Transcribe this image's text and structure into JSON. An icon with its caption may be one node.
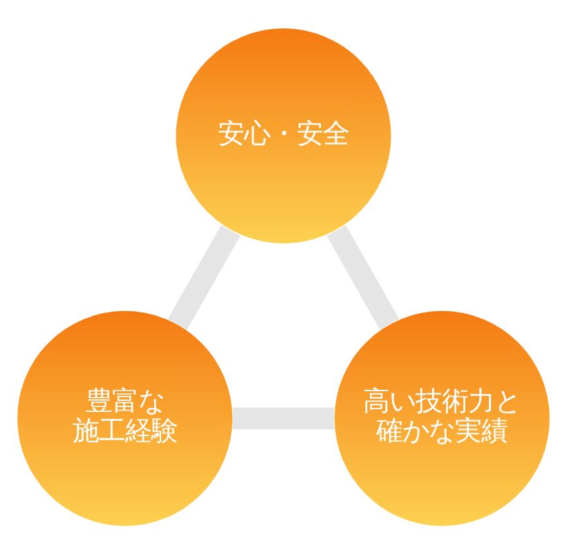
{
  "diagram": {
    "nodes": [
      {
        "text": [
          "安心・安全"
        ]
      },
      {
        "text": [
          "豊富な施工経験"
        ]
      },
      {
        "text": [
          "高い技術力と確かな実績"
        ]
      }
    ],
    "edges": [
      {
        "from": 0,
        "to": 1,
        "arrow": "none"
      },
      {
        "from": 0,
        "to": 2,
        "arrow": "none"
      },
      {
        "from": 1,
        "to": 2,
        "arrow": "none"
      }
    ]
  }
}
